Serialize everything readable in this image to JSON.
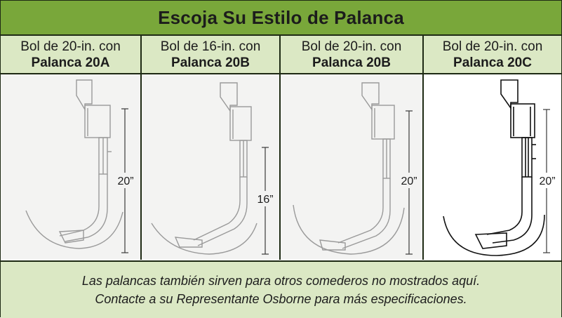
{
  "title": "Escoja Su Estilo de Palanca",
  "columns": [
    {
      "line1": "Bol de 20-in. con",
      "line2": "Palanca 20A",
      "dimension": "20”"
    },
    {
      "line1": "Bol de 16-in. con",
      "line2": "Palanca 20B",
      "dimension": "16”"
    },
    {
      "line1": "Bol de 20-in. con",
      "line2": "Palanca 20B",
      "dimension": "20”"
    },
    {
      "line1": "Bol de 20-in. con",
      "line2": "Palanca 20C",
      "dimension": "20”"
    }
  ],
  "footer": {
    "line1": "Las palancas también sirven para otros comederos no mostrados aquí.",
    "line2": "Contacte a su Representante Osborne para más especificaciones."
  },
  "colors": {
    "title_green": "#79a73a",
    "light_green": "#dbe8c4",
    "border": "#1e2a14"
  }
}
